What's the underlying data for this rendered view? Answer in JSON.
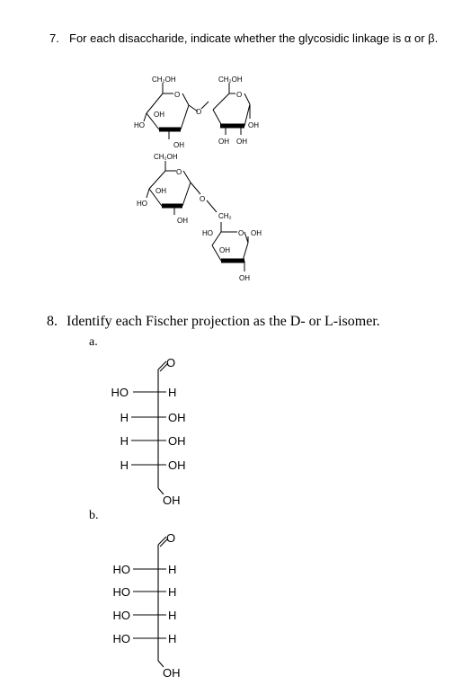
{
  "q7": {
    "number": "7.",
    "text": "For each disaccharide, indicate whether the glycosidic linkage is α or β."
  },
  "q8": {
    "number": "8.",
    "text": "Identify each Fischer projection as the D- or L-isomer.",
    "part_a": "a.",
    "part_b": "b."
  },
  "molecule1": {
    "ring1_ch2oh": "CH₂OH",
    "ring1_o": "O",
    "ring1_oh_inner": "OH",
    "ring1_ho": "HO",
    "ring1_oh_bottom": "OH",
    "bridge_o": "O",
    "ring2_ch2oh": "CH₂OH",
    "ring2_o": "O",
    "ring2_oh_right": "OH",
    "ring2_oh_b1": "OH",
    "ring2_oh_b2": "OH"
  },
  "molecule2": {
    "ring1_ch2oh": "CH₂OH",
    "ring1_o": "O",
    "ring1_oh_inner": "OH",
    "ring1_ho": "HO",
    "ring1_oh_bottom": "OH",
    "bridge_o": "O",
    "ring2_ch2": "CH₂",
    "ring2_ho": "HO",
    "ring2_o": "O",
    "ring2_oh_right": "OH",
    "ring2_oh_inner": "OH",
    "ring2_oh_bottom": "OH"
  },
  "fischer_a": {
    "top_o": "O",
    "rows": [
      {
        "left": "HO",
        "right": "H"
      },
      {
        "left": "H",
        "right": "OH"
      },
      {
        "left": "H",
        "right": "OH"
      },
      {
        "left": "H",
        "right": "OH"
      }
    ],
    "bottom": "OH"
  },
  "fischer_b": {
    "top_o": "O",
    "rows": [
      {
        "left": "HO",
        "right": "H"
      },
      {
        "left": "HO",
        "right": "H"
      },
      {
        "left": "HO",
        "right": "H"
      },
      {
        "left": "HO",
        "right": "H"
      }
    ],
    "bottom": "OH"
  }
}
